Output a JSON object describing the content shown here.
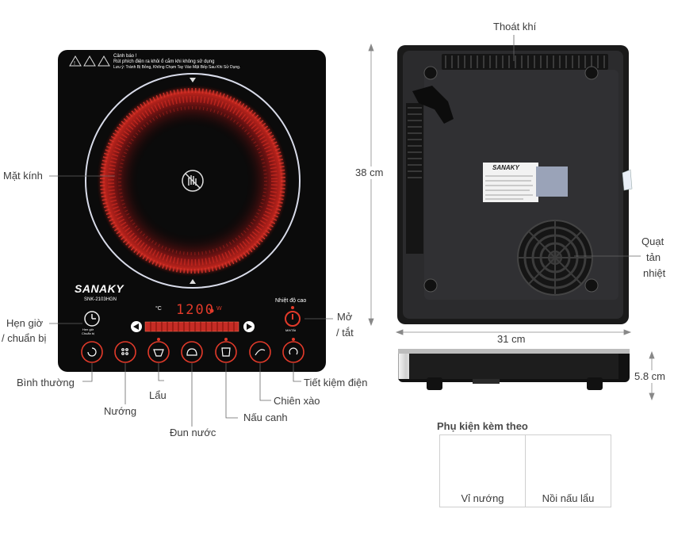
{
  "labels": {
    "mat_kinh": "Mặt kính",
    "hen_gio": "Hẹn giờ",
    "chuan_bi": "/ chuẩn bị",
    "binh_thuong": "Bình thường",
    "nuong": "Nướng",
    "lau": "Lẩu",
    "dun_nuoc": "Đun nước",
    "nau_canh": "Nấu canh",
    "chien_xao": "Chiên xào",
    "tiet_kiem": "Tiết kiệm điện",
    "mo": "Mở",
    "tat": "/ tắt",
    "thoat_khi": "Thoát khí",
    "quat": "Quạt",
    "tan": "tản",
    "nhiet": "nhiệt"
  },
  "dimensions": {
    "height": "38 cm",
    "width": "31 cm",
    "thickness": "5.8 cm"
  },
  "cooktop": {
    "brand": "SANAKY",
    "model": "SNK-2103HGN",
    "warning_title": "Cảnh báo !",
    "warning_line1": "Rút phích điện ra khỏi ổ cắm khi không sử dụng",
    "warning_line2": "Lưu ý: Tránh Bị Bỏng, Không Chạm Tay Vào Mặt Bếp Sau Khi Sử Dụng.",
    "display": "1200",
    "unit_c": "°C",
    "unit_w": "W",
    "temp_label": "Nhiệt độ cao",
    "timer_sub": "Hẹn giờ\nChuẩn bị",
    "power_sub": "Mở/Tắt"
  },
  "underside": {
    "sticker_brand": "SANAKY"
  },
  "accessories": {
    "title": "Phụ kiện kèm theo",
    "items": [
      "Vỉ nướng",
      "Nồi nấu lẩu"
    ]
  },
  "colors": {
    "glass": "#0b0b0b",
    "accent_red": "#e23a2a",
    "ring": "#d9dcea"
  }
}
